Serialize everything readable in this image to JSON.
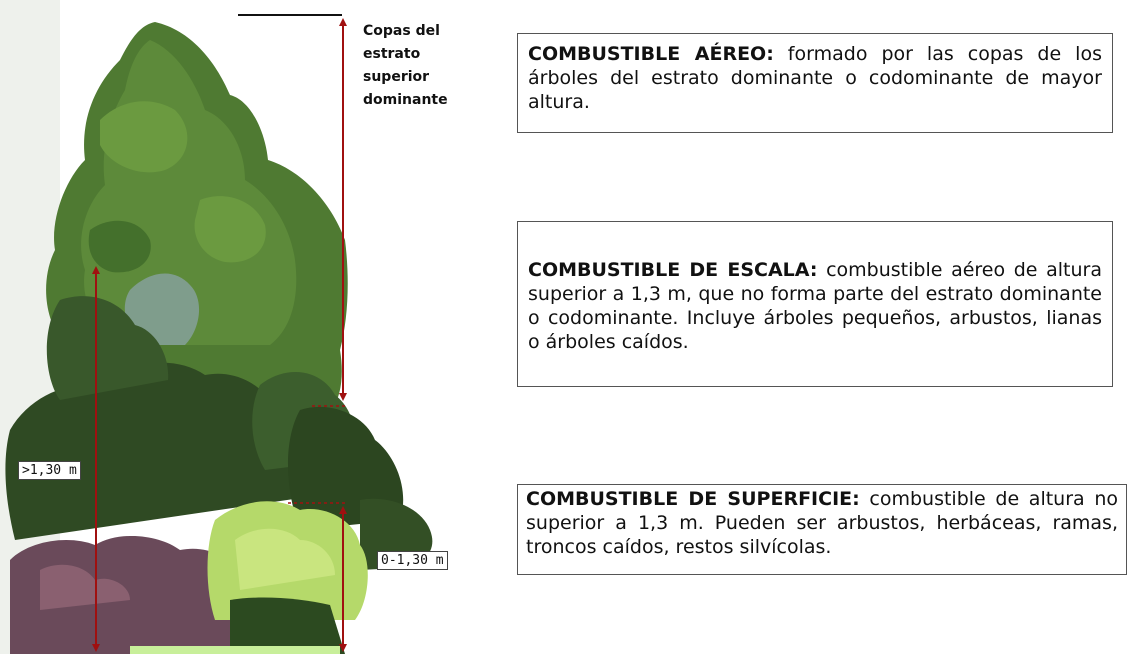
{
  "copas_label": "Copas del estrato superior dominante",
  "dimensions": {
    "upper": ">1,30 m",
    "lower": "0-1,30 m"
  },
  "definitions": {
    "aereo": {
      "term": "COMBUSTIBLE AÉREO:",
      "text": " formado por las copas de los árboles del estrato dominante o codominante de mayor altura."
    },
    "escala": {
      "term": "COMBUSTIBLE DE ESCALA:",
      "text": " combustible aéreo de altura superior a 1,3 m, que no forma parte del estrato dominante o codominante. Incluye árboles pequeños, arbustos, lianas o árboles caídos."
    },
    "superficie": {
      "term": "COMBUSTIBLE DE SUPERFICIE:",
      "text": " combustible de altura no superior a 1,3 m. Pueden ser arbustos, herbáceas, ramas, troncos caídos, restos silvícolas."
    }
  },
  "colors": {
    "arrow": "#a01010",
    "tree_dark": "#2f4a23",
    "tree_mid": "#4f7a32",
    "tree_light": "#7da13f",
    "fern": "#b5d96a",
    "heather": "#6a4a5a",
    "ground": "#c8ef9a"
  }
}
